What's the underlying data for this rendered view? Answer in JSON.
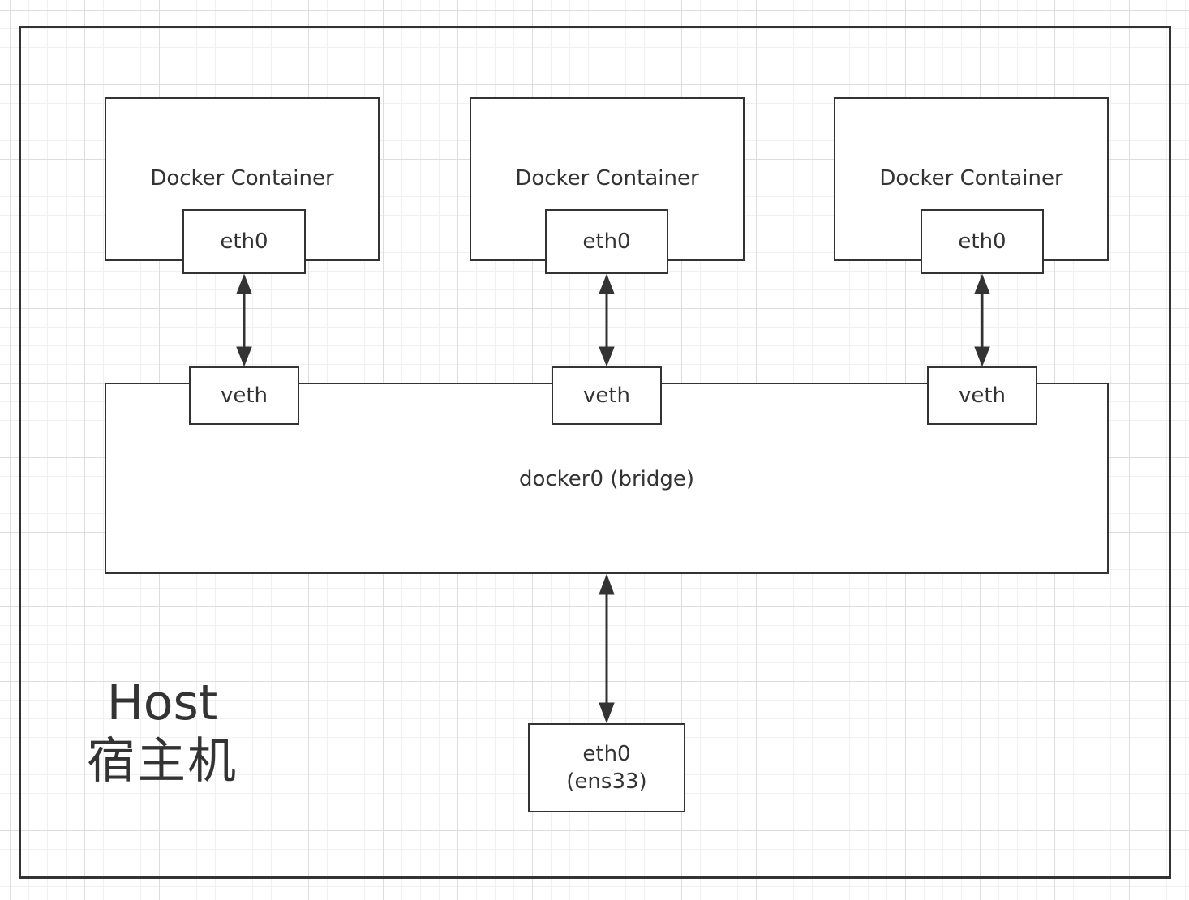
{
  "host": {
    "title_en": "Host",
    "title_zh": "宿主机"
  },
  "containers": [
    {
      "label": "Docker Container",
      "interface": "eth0"
    },
    {
      "label": "Docker Container",
      "interface": "eth0"
    },
    {
      "label": "Docker Container",
      "interface": "eth0"
    }
  ],
  "bridge": {
    "label": "docker0 (bridge)",
    "veths": [
      "veth",
      "veth",
      "veth"
    ]
  },
  "host_nic": {
    "name": "eth0",
    "alias": "(ens33)"
  },
  "colors": {
    "line": "#333333",
    "grid": "#dddddd",
    "background": "#ffffff"
  }
}
